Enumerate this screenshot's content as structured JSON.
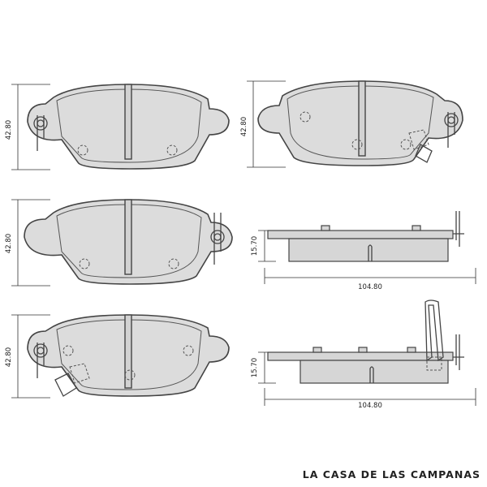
{
  "dimensions": {
    "pad_height": "42.80",
    "thickness": "15.70",
    "length": "104.80"
  },
  "brand": "LA CASA DE LAS CAMPANAS"
}
